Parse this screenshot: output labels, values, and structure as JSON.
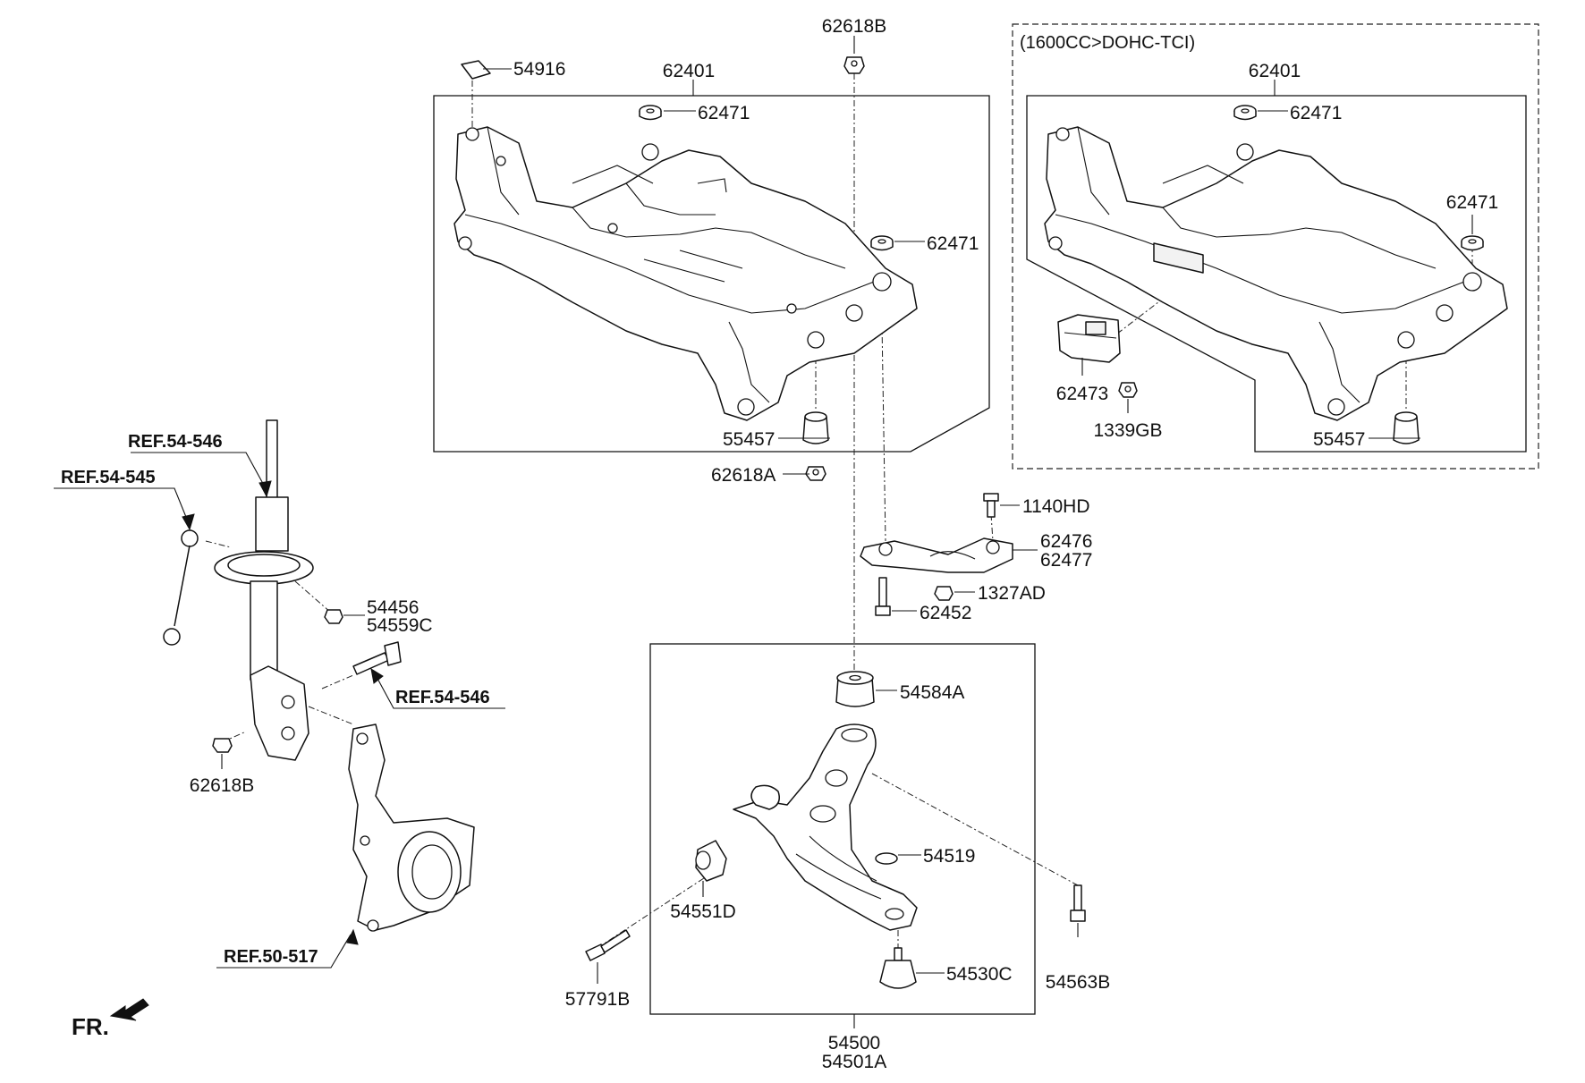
{
  "variant_note": "(1600CC>DOHC-TCI)",
  "front_indicator": "FR.",
  "references": {
    "ref_strut_upper": "REF.54-546",
    "ref_stabilizer_link": "REF.54-545",
    "ref_strut_bolt": "REF.54-546",
    "ref_knuckle": "REF.50-517"
  },
  "labels": {
    "p54916": "54916",
    "p62401_main": "62401",
    "p62471_main_top": "62471",
    "p62471_main_rear": "62471",
    "p55457_main": "55457",
    "p62618A": "62618A",
    "p62618B_top": "62618B",
    "p62401_alt": "62401",
    "p62471_alt_top": "62471",
    "p62471_alt_rear": "62471",
    "p62473": "62473",
    "p1339GB": "1339GB",
    "p55457_alt": "55457",
    "p1140HD": "1140HD",
    "p62476": "62476",
    "p62477": "62477",
    "p1327AD": "1327AD",
    "p62452": "62452",
    "p54456": "54456",
    "p54559C": "54559C",
    "p62618B_strut": "62618B",
    "p54584A": "54584A",
    "p54519": "54519",
    "p54551D": "54551D",
    "p54530C": "54530C",
    "p54563B": "54563B",
    "p57791B": "57791B",
    "p54500": "54500",
    "p54501A": "54501A"
  }
}
